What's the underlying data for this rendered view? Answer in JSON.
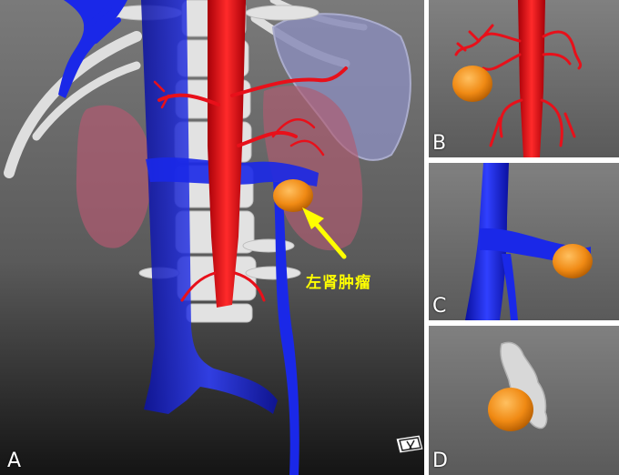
{
  "panels": {
    "A": {
      "label": "A"
    },
    "B": {
      "label": "B"
    },
    "C": {
      "label": "C"
    },
    "D": {
      "label": "D"
    }
  },
  "annotation": {
    "text": "左肾肿瘤"
  },
  "colors": {
    "artery": "#e8101a",
    "vein": "#1420e6",
    "tumor": "#f08a14",
    "bone": "#e6e6e6",
    "kidney": "#b05a70",
    "spleen": "#8a8cb8",
    "arrow": "#ffff00"
  }
}
